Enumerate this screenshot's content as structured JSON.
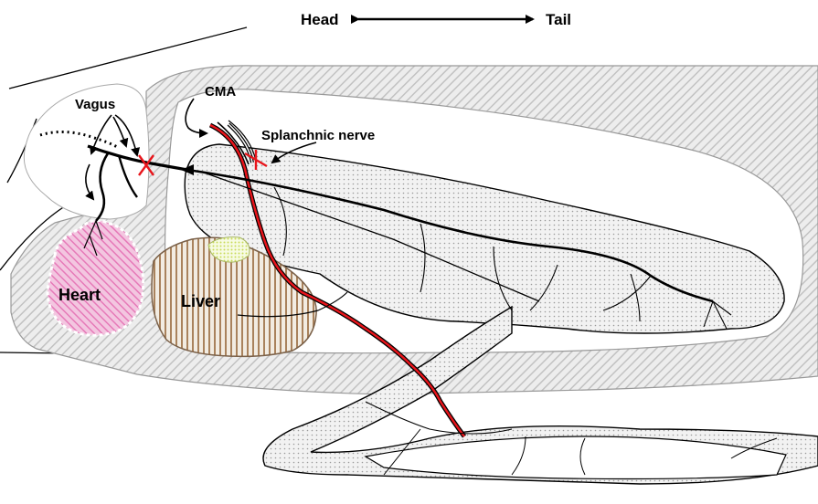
{
  "orientation": {
    "head_label": "Head",
    "tail_label": "Tail"
  },
  "labels": {
    "vagus": "Vagus",
    "cma": "CMA",
    "splanchnic_nerve": "Splanchnic nerve",
    "heart": "Heart",
    "liver": "Liver"
  },
  "colors": {
    "body_wall_fill": "#d4d4d4",
    "gut_fill": "#ececec",
    "artery": "#e8151b",
    "nerve": "#000000",
    "heart": "#e679b8",
    "liver": "#a9825c",
    "gallbladder": "#d9e884",
    "lesion_mark": "#e8151b"
  }
}
